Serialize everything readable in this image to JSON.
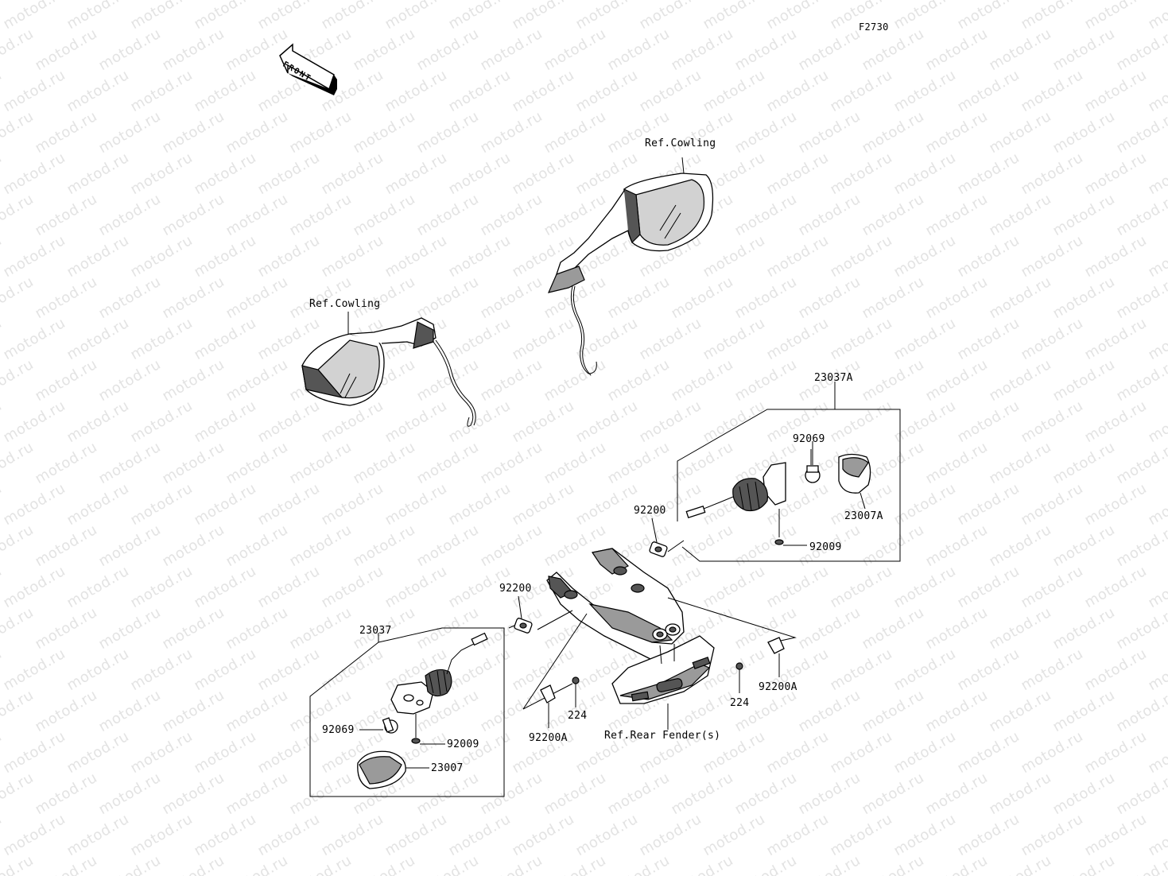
{
  "diagram": {
    "code": "F2730",
    "watermark": "motod.ru",
    "front_arrow": "FRONT",
    "labels": {
      "ref_cowling_right": "Ref.Cowling",
      "ref_cowling_left": "Ref.Cowling",
      "p23037A": "23037A",
      "p92069_top": "92069",
      "p23007A": "23007A",
      "p92009_top": "92009",
      "p92200_top": "92200",
      "p92200_left": "92200",
      "p23037": "23037",
      "p92069_bottom": "92069",
      "p92009_bottom": "92009",
      "p23007": "23007",
      "p224_left": "224",
      "p92200A_left": "92200A",
      "ref_rear_fender": "Ref.Rear Fender(s)",
      "p224_right": "224",
      "p92200A_right": "92200A"
    }
  }
}
